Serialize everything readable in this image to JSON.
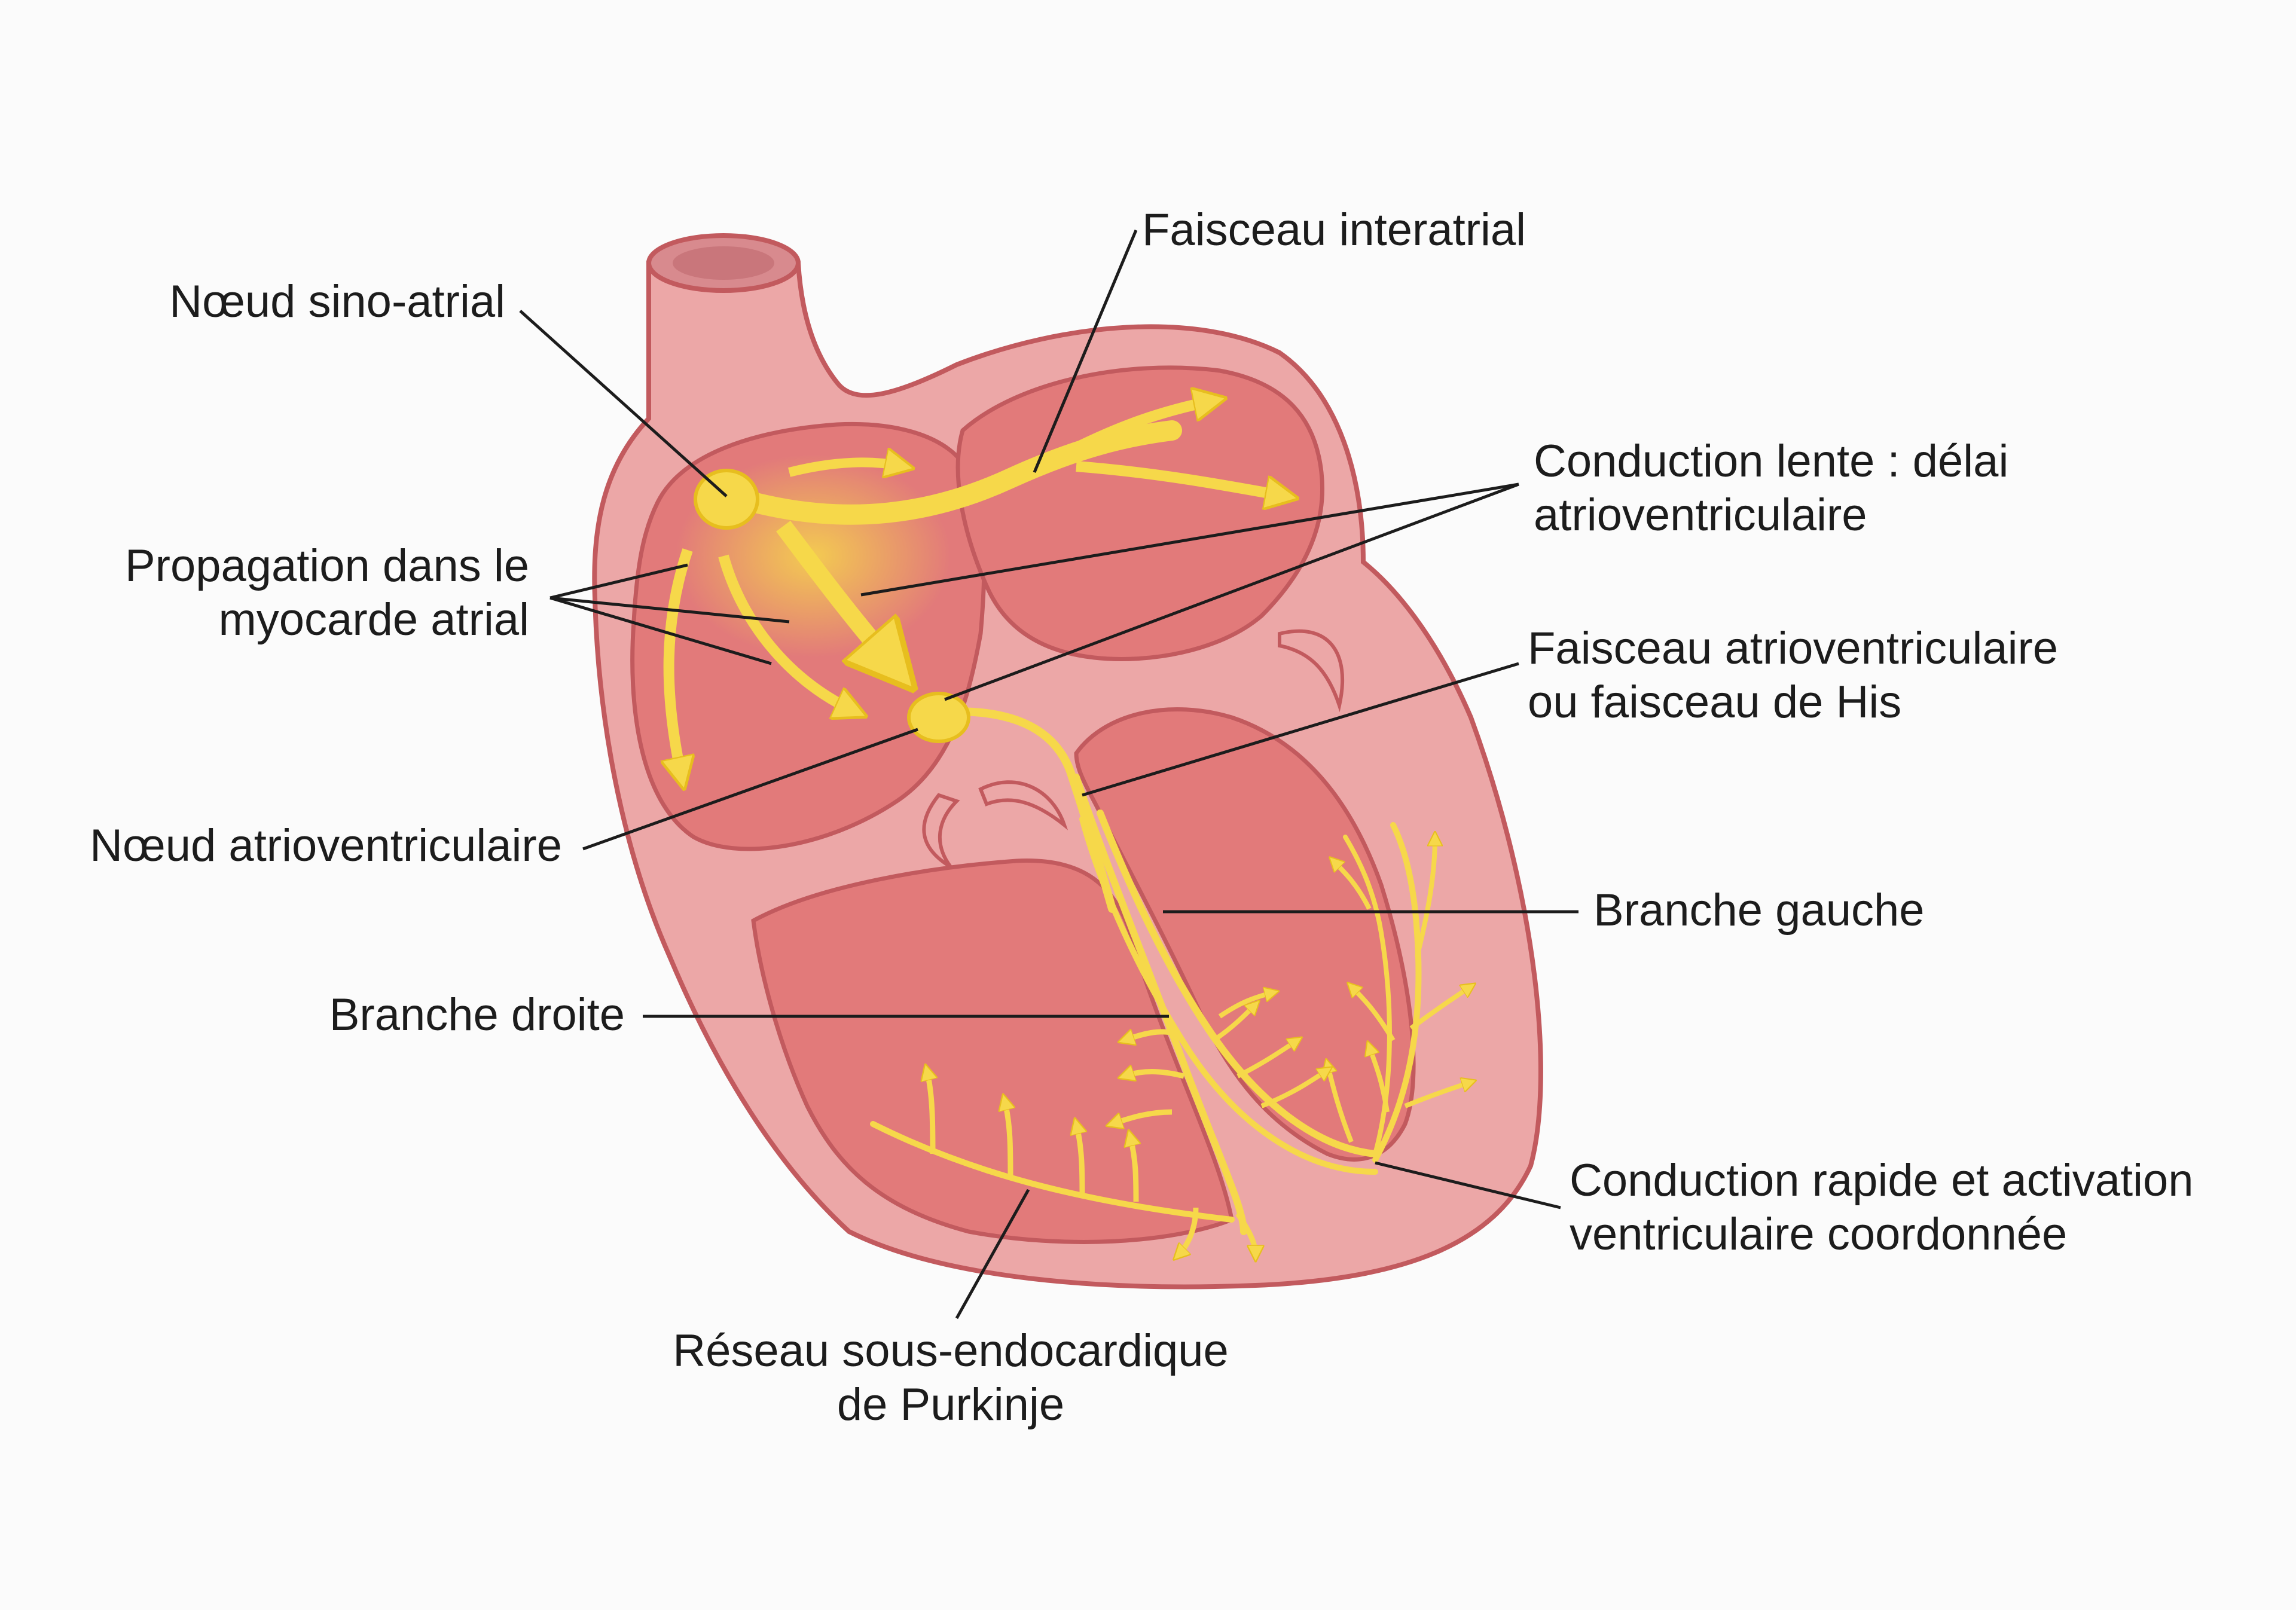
{
  "labels": {
    "sa_node": "Nœud sino-atrial",
    "interatrial": "Faisceau interatrial",
    "slow_l1": "Conduction lente : délai",
    "slow_l2": "atrioventriculaire",
    "atrial_l1": "Propagation dans le",
    "atrial_l2": "myocarde atrial",
    "his_l1": "Faisceau atrioventriculaire",
    "his_l2": "ou faisceau de His",
    "av_node": "Nœud atrioventriculaire",
    "left_branch": "Branche gauche",
    "right_branch": "Branche droite",
    "fast_l1": "Conduction rapide et activation",
    "fast_l2": "ventriculaire coordonnée",
    "purkinje_l1": "Réseau sous-endocardique",
    "purkinje_l2": "de Purkinje"
  },
  "colors": {
    "background": "#fbfbfb",
    "heart_wall": "#eca7a7",
    "heart_chamber": "#e27a7a",
    "heart_outline": "#c25a5e",
    "conduction": "#f6d84a",
    "conduction_stroke": "#e7be1e",
    "leader_line": "#1c1c1c"
  }
}
